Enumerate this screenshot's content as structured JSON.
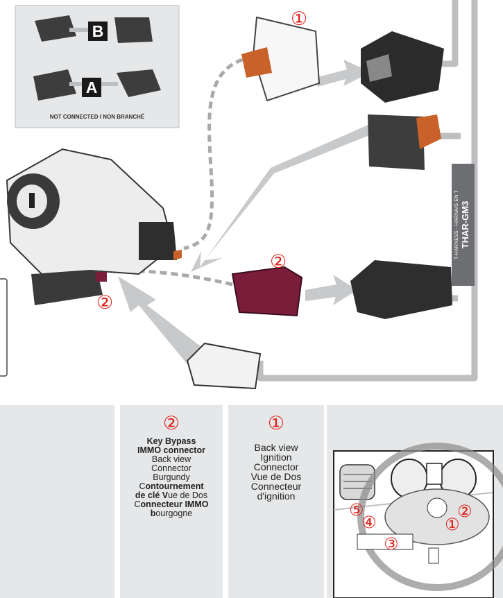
{
  "legend": {
    "caption": "NOT CONNECTED I NON BRANCHÉ",
    "letter_b": "B",
    "letter_a": "A"
  },
  "side_label": {
    "sub": "T-HARNESS - HARNAIS EN T",
    "main": "THAR-GM3"
  },
  "markers": {
    "one": "①",
    "two": "②",
    "three": "③",
    "four": "④",
    "five": "⑤"
  },
  "panels": {
    "key_bypass": {
      "number": "②",
      "line1": "Key Bypass",
      "line2": "IMMO connector",
      "line3": "Back view",
      "line4": "Connector",
      "line5": "Burgundy",
      "line6a": "C",
      "line6b": "ontournement",
      "line7a": "de clé V",
      "line7b": "ue de Dos",
      "line8a": "C",
      "line8b": "onnecteur IMMO",
      "line9a": "b",
      "line9b": "ourgogne"
    },
    "ignition": {
      "number": "①",
      "line1": "Back view",
      "line2": "Ignition",
      "line3": "Connector",
      "line4": "Vue de Dos",
      "line5": "Connecteur",
      "line6": "d'ignition"
    }
  },
  "colors": {
    "wire": "#bcbec0",
    "marker": "#e0211a",
    "burgundy": "#7a1d3a",
    "orange_latch": "#c8622a",
    "panel_bg": "#e6e7e8",
    "label_bg": "#6d6e71"
  }
}
